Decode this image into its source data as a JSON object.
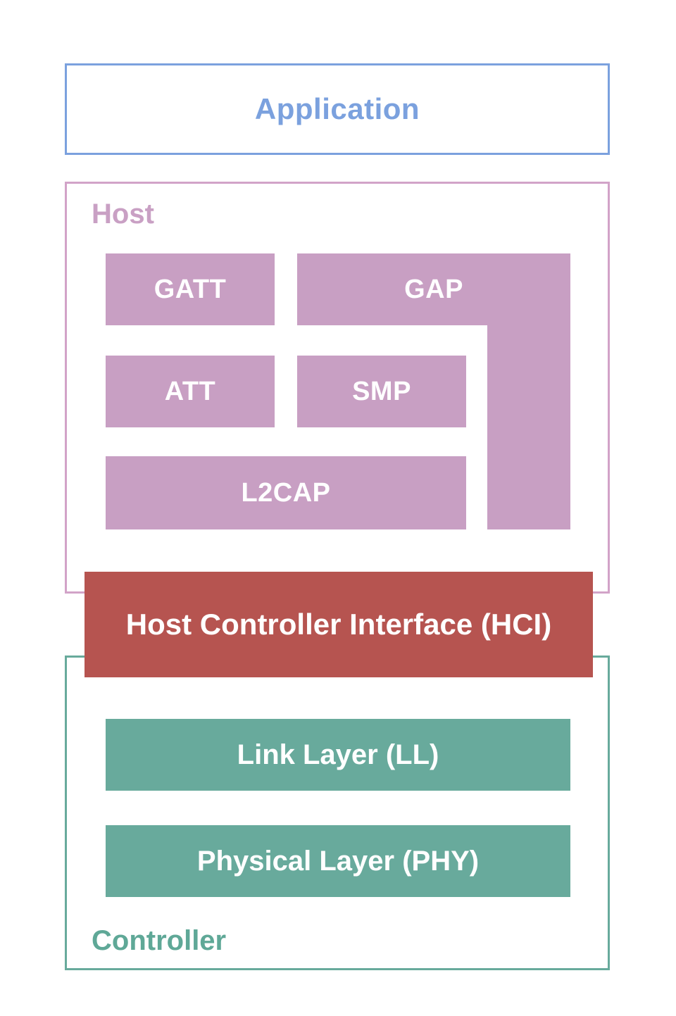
{
  "colors": {
    "application_border": "#7ba1de",
    "application_text": "#7ba1de",
    "host_border": "#d2a3c8",
    "host_label": "#c9a0c4",
    "host_fill": "#c89fc3",
    "hci_fill": "#b65450",
    "controller_border": "#68aa9c",
    "controller_label": "#5fa897",
    "controller_fill": "#68aa9c",
    "box_text": "#ffffff"
  },
  "diagram": {
    "application": {
      "label": "Application"
    },
    "host": {
      "label": "Host",
      "blocks": {
        "gatt": "GATT",
        "gap": "GAP",
        "att": "ATT",
        "smp": "SMP",
        "l2cap": "L2CAP"
      }
    },
    "hci": {
      "label": "Host Controller Interface (HCI)"
    },
    "controller": {
      "label": "Controller",
      "blocks": {
        "link_layer": "Link Layer (LL)",
        "physical_layer": "Physical Layer (PHY)"
      }
    }
  }
}
